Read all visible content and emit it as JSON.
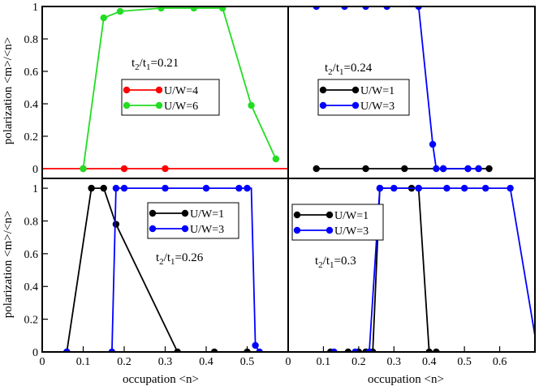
{
  "figure": {
    "ylabel": "polarization <m>/<n>",
    "xlabel": "occupation <n>",
    "colors": {
      "red": "#ff0000",
      "green": "#22dd22",
      "black": "#000000",
      "blue": "#0000ff"
    }
  },
  "chart_data": [
    {
      "panel": "top-left",
      "type": "line",
      "annotation": {
        "base": "t",
        "sub1": "2",
        "mid": "/t",
        "sub2": "1",
        "value": "=0.21"
      },
      "xlim": [
        0,
        0.6
      ],
      "ylim": [
        -0.06,
        1.0
      ],
      "xticks": [],
      "yticks": [
        0,
        0.2,
        0.4,
        0.6,
        0.8,
        1
      ],
      "ytick_labels": [
        "0",
        "0.2",
        "0.4",
        "0.6",
        "0.8",
        "1"
      ],
      "legend_position": "center",
      "series": [
        {
          "name": "U/W=4",
          "color": "#ff0000",
          "x": [
            0.0,
            0.1,
            0.2,
            0.3,
            0.4,
            0.5,
            0.6
          ],
          "y": [
            0,
            0,
            0,
            0,
            0,
            0,
            0
          ],
          "markers_x": [
            0.1,
            0.2,
            0.3
          ],
          "markers_y": [
            0,
            0,
            0
          ]
        },
        {
          "name": "U/W=6",
          "color": "#22dd22",
          "x": [
            0.1,
            0.15,
            0.19,
            0.29,
            0.37,
            0.44,
            0.51,
            0.57
          ],
          "y": [
            0.0,
            0.93,
            0.97,
            0.99,
            0.99,
            0.99,
            0.39,
            0.06
          ],
          "markers_x": [
            0.1,
            0.15,
            0.19,
            0.29,
            0.37,
            0.44,
            0.51,
            0.57
          ],
          "markers_y": [
            0.0,
            0.93,
            0.97,
            0.99,
            0.99,
            0.99,
            0.39,
            0.06
          ]
        }
      ]
    },
    {
      "panel": "top-right",
      "type": "line",
      "annotation": {
        "base": "t",
        "sub1": "2",
        "mid": "/t",
        "sub2": "1",
        "value": "=0.24"
      },
      "xlim": [
        0,
        0.7
      ],
      "ylim": [
        -0.06,
        1.0
      ],
      "xticks": [],
      "yticks": [],
      "legend_position": "center",
      "series": [
        {
          "name": "U/W=1",
          "color": "#000000",
          "x": [
            0.08,
            0.22,
            0.33,
            0.44,
            0.51,
            0.54,
            0.57
          ],
          "y": [
            0,
            0,
            0,
            0,
            0,
            0,
            0
          ],
          "markers_x": [
            0.08,
            0.22,
            0.33,
            0.44,
            0.51,
            0.54,
            0.57
          ],
          "markers_y": [
            0,
            0,
            0,
            0,
            0,
            0,
            0
          ]
        },
        {
          "name": "U/W=3",
          "color": "#0000ff",
          "x": [
            0.08,
            0.16,
            0.22,
            0.28,
            0.37,
            0.41,
            0.42,
            0.44,
            0.51,
            0.54
          ],
          "y": [
            1.0,
            1.0,
            1.0,
            1.0,
            1.0,
            0.15,
            0.0,
            0.0,
            0.0,
            0.0
          ],
          "markers_x": [
            0.08,
            0.16,
            0.22,
            0.28,
            0.37,
            0.41,
            0.42,
            0.44,
            0.51,
            0.54
          ],
          "markers_y": [
            1.0,
            1.0,
            1.0,
            1.0,
            1.0,
            0.15,
            0.0,
            0.0,
            0.0,
            0.0
          ]
        }
      ]
    },
    {
      "panel": "bottom-left",
      "type": "line",
      "annotation": {
        "base": "t",
        "sub1": "2",
        "mid": "/t",
        "sub2": "1",
        "value": "=0.26"
      },
      "xlim": [
        0,
        0.6
      ],
      "ylim": [
        0,
        1.06
      ],
      "xticks": [
        0,
        0.1,
        0.2,
        0.3,
        0.4,
        0.5
      ],
      "xtick_labels": [
        "0",
        "0.1",
        "0.2",
        "0.3",
        "0.4",
        "0.5"
      ],
      "yticks": [
        0,
        0.2,
        0.4,
        0.6,
        0.8,
        1
      ],
      "ytick_labels": [
        "0",
        "0.2",
        "0.4",
        "0.6",
        "0.8",
        "1"
      ],
      "legend_position": "upper-right",
      "series": [
        {
          "name": "U/W=1",
          "color": "#000000",
          "x": [
            0.06,
            0.12,
            0.15,
            0.18,
            0.33
          ],
          "y": [
            0.0,
            1.0,
            1.0,
            0.78,
            0.0
          ],
          "markers_x": [
            0.06,
            0.12,
            0.15,
            0.18,
            0.33,
            0.42,
            0.5
          ],
          "markers_y": [
            0.0,
            1.0,
            1.0,
            0.78,
            0.0,
            0.0,
            0.0
          ]
        },
        {
          "name": "U/W=3",
          "color": "#0000ff",
          "x": [
            0.06,
            0.17,
            0.18,
            0.2,
            0.3,
            0.4,
            0.48,
            0.5,
            0.51,
            0.52,
            0.53
          ],
          "y": [
            0.0,
            0.0,
            1.0,
            1.0,
            1.0,
            1.0,
            1.0,
            1.0,
            1.0,
            0.04,
            0.0
          ],
          "markers_x": [
            0.06,
            0.17,
            0.18,
            0.2,
            0.3,
            0.4,
            0.48,
            0.5,
            0.52,
            0.53
          ],
          "markers_y": [
            0.0,
            0.0,
            1.0,
            1.0,
            1.0,
            1.0,
            1.0,
            1.0,
            0.04,
            0.0
          ]
        }
      ]
    },
    {
      "panel": "bottom-right",
      "type": "line",
      "annotation": {
        "base": "t",
        "sub1": "2",
        "mid": "/t",
        "sub2": "1",
        "value": "=0.3"
      },
      "xlim": [
        0,
        0.7
      ],
      "ylim": [
        0,
        1.06
      ],
      "xticks": [
        0,
        0.1,
        0.2,
        0.3,
        0.4,
        0.5,
        0.6
      ],
      "xtick_labels": [
        "0",
        "0.1",
        "0.2",
        "0.3",
        "0.4",
        "0.5",
        "0.6"
      ],
      "yticks": [],
      "legend_position": "upper-left",
      "series": [
        {
          "name": "U/W=1",
          "color": "#000000",
          "x": [
            0.12,
            0.17,
            0.2,
            0.22,
            0.24,
            0.26,
            0.35,
            0.37,
            0.4,
            0.41,
            0.42
          ],
          "y": [
            0.0,
            0.0,
            0.0,
            0.0,
            0.0,
            1.0,
            1.0,
            1.0,
            0.0,
            0.0,
            0.0
          ],
          "markers_x": [
            0.12,
            0.17,
            0.2,
            0.22,
            0.24,
            0.26,
            0.35,
            0.37,
            0.4,
            0.42
          ],
          "markers_y": [
            0.0,
            0.0,
            0.0,
            0.0,
            0.0,
            1.0,
            1.0,
            1.0,
            0.0,
            0.0
          ]
        },
        {
          "name": "U/W=3",
          "color": "#0000ff",
          "x": [
            0.13,
            0.19,
            0.23,
            0.26,
            0.3,
            0.37,
            0.45,
            0.5,
            0.56,
            0.63,
            0.7
          ],
          "y": [
            0.0,
            0.0,
            0.0,
            1.0,
            1.0,
            1.0,
            1.0,
            1.0,
            1.0,
            1.0,
            0.1
          ],
          "markers_x": [
            0.13,
            0.19,
            0.23,
            0.26,
            0.3,
            0.37,
            0.45,
            0.5,
            0.56,
            0.63
          ],
          "markers_y": [
            0.0,
            0.0,
            0.0,
            1.0,
            1.0,
            1.0,
            1.0,
            1.0,
            1.0,
            1.0
          ]
        }
      ]
    }
  ]
}
